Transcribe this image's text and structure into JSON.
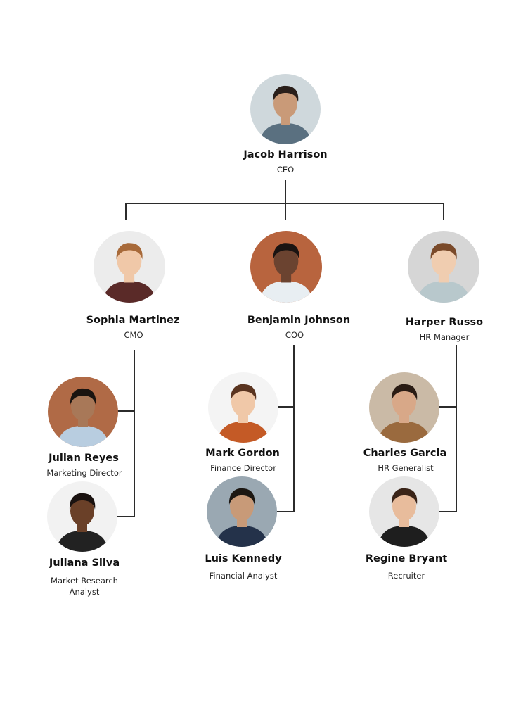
{
  "people": {
    "ceo": {
      "name": "Jacob Harrison",
      "role": "CEO",
      "bg": "#cfd8dc",
      "skin": "#c99a78",
      "hair": "#2a1f1a",
      "shirt": "#5a7080"
    },
    "cmo": {
      "name": "Sophia Martinez",
      "role": "CMO",
      "bg": "#ececec",
      "skin": "#f0c8a8",
      "hair": "#a86a3a",
      "shirt": "#5a2a28"
    },
    "coo": {
      "name": "Benjamin Johnson",
      "role": "COO",
      "bg": "#b8643e",
      "skin": "#6b4330",
      "hair": "#1a1412",
      "shirt": "#e8eef2"
    },
    "hr": {
      "name": "Harper Russo",
      "role": "HR Manager",
      "bg": "#d6d6d6",
      "skin": "#f0cdb0",
      "hair": "#7a4a2a",
      "shirt": "#b8c8cc"
    },
    "mkt": {
      "name": "Julian Reyes",
      "role": "Marketing Director",
      "bg": "#b06a46",
      "skin": "#a87858",
      "hair": "#1a1410",
      "shirt": "#b8cde0"
    },
    "res": {
      "name": "Juliana Silva",
      "role": "Market Research Analyst",
      "bg": "#f2f2f2",
      "skin": "#6a4028",
      "hair": "#1a1210",
      "shirt": "#222222"
    },
    "fin": {
      "name": "Mark Gordon",
      "role": "Finance Director",
      "bg": "#f4f4f4",
      "skin": "#f0c8a8",
      "hair": "#5a3420",
      "shirt": "#c45a26"
    },
    "fa": {
      "name": "Luis Kennedy",
      "role": "Financial Analyst",
      "bg": "#9aa8b2",
      "skin": "#c89a78",
      "hair": "#1c1712",
      "shirt": "#24324a"
    },
    "hrg": {
      "name": "Charles Garcia",
      "role": "HR Generalist",
      "bg": "#cabaa6",
      "skin": "#d8a888",
      "hair": "#2a1c14",
      "shirt": "#9a6a3e"
    },
    "rec": {
      "name": "Regine Bryant",
      "role": "Recruiter",
      "bg": "#e6e6e6",
      "skin": "#e8bc9c",
      "hair": "#3a2418",
      "shirt": "#1e1e1e"
    }
  }
}
